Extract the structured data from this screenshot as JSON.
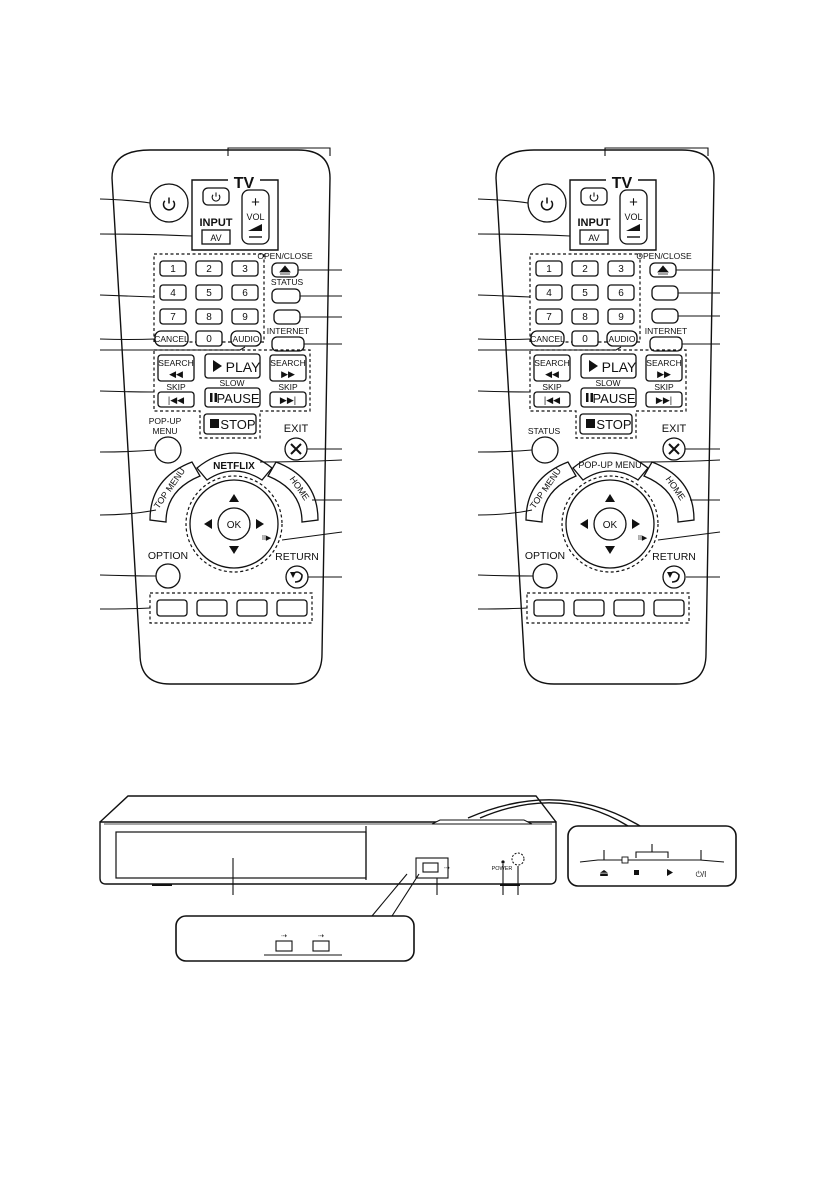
{
  "remote_a": {
    "tv": "TV",
    "vol": "VOL",
    "input": "INPUT",
    "av": "AV",
    "digits": [
      "1",
      "2",
      "3",
      "4",
      "5",
      "6",
      "7",
      "8",
      "9",
      "0"
    ],
    "cancel": "CANCEL",
    "audio": "AUDIO",
    "open_close": "OPEN/CLOSE",
    "status_top": "STATUS",
    "internet": "INTERNET",
    "search": "SEARCH",
    "play": "PLAY",
    "skip": "SKIP",
    "slow": "SLOW",
    "pause": "PAUSE",
    "stop": "STOP",
    "popup_line1": "POP-UP",
    "popup_line2": "MENU",
    "exit": "EXIT",
    "netflix": "NETFLIX",
    "top_menu": "TOP MENU",
    "home": "HOME",
    "ok": "OK",
    "option": "OPTION",
    "return": "RETURN"
  },
  "remote_b": {
    "tv": "TV",
    "vol": "VOL",
    "input": "INPUT",
    "av": "AV",
    "digits": [
      "1",
      "2",
      "3",
      "4",
      "5",
      "6",
      "7",
      "8",
      "9",
      "0"
    ],
    "cancel": "CANCEL",
    "audio": "AUDIO",
    "open_close": "OPEN/CLOSE",
    "internet": "INTERNET",
    "search": "SEARCH",
    "play": "PLAY",
    "skip": "SKIP",
    "slow": "SLOW",
    "pause": "PAUSE",
    "stop": "STOP",
    "status_side": "STATUS",
    "exit": "EXIT",
    "popup_menu": "POP-UP MENU",
    "top_menu": "TOP MENU",
    "home": "HOME",
    "ok": "OK",
    "option": "OPTION",
    "return": "RETURN"
  },
  "player": {
    "power": "POWER",
    "standby_label": "⏻/I"
  }
}
